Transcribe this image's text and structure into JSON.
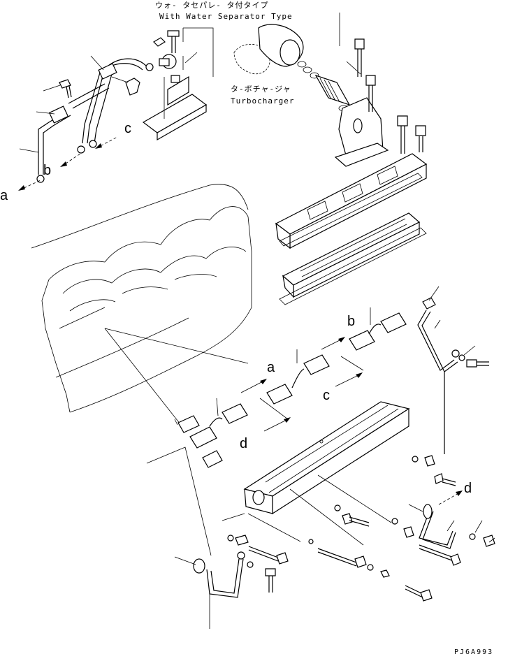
{
  "annotations": {
    "water_separator_jp": "ウォ- タセパレ- タ付タイプ",
    "water_separator_en": "With Water Separator Type",
    "turbocharger_jp": "タ-ボチャ-ジャ",
    "turbocharger_en": "Turbocharger",
    "drawing_code": "PJ6A993"
  },
  "letter_labels": {
    "a": "a",
    "b": "b",
    "c": "c",
    "d": "d"
  }
}
